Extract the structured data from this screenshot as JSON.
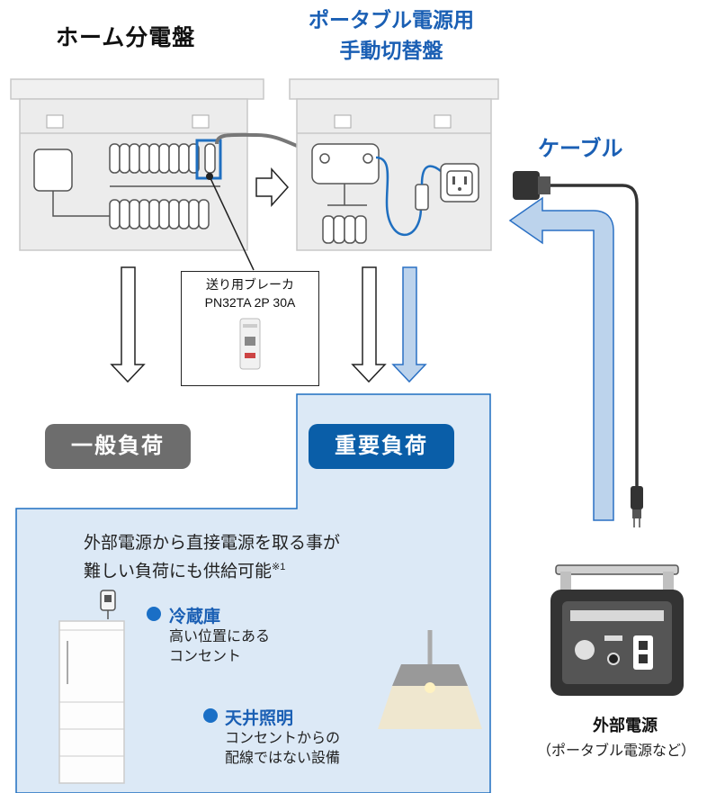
{
  "titles": {
    "home_panel": "ホーム分電盤",
    "switch_panel_line1": "ポータブル電源用",
    "switch_panel_line2": "手動切替盤",
    "cable": "ケーブル"
  },
  "breaker": {
    "line1": "送り用ブレーカ",
    "line2": "PN32TA 2P 30A"
  },
  "loads": {
    "general": "一般負荷",
    "important": "重要負荷"
  },
  "description": {
    "line1": "外部電源から直接電源を取る事が",
    "line2": "難しい負荷にも供給可能",
    "note_mark": "※1"
  },
  "items": [
    {
      "title": "冷蔵庫",
      "line1": "高い位置にある",
      "line2": "コンセント"
    },
    {
      "title": "天井照明",
      "line1": "コンセントからの",
      "line2": "配線ではない設備"
    }
  ],
  "external": {
    "title": "外部電源",
    "subtitle": "（ポータブル電源など）"
  },
  "colors": {
    "accent_blue": "#1a5fb4",
    "dark_blue": "#0a5ea8",
    "light_blue_area": "#dce9f6",
    "general_gray": "#6d6d6d",
    "panel_gray": "#ededed"
  }
}
